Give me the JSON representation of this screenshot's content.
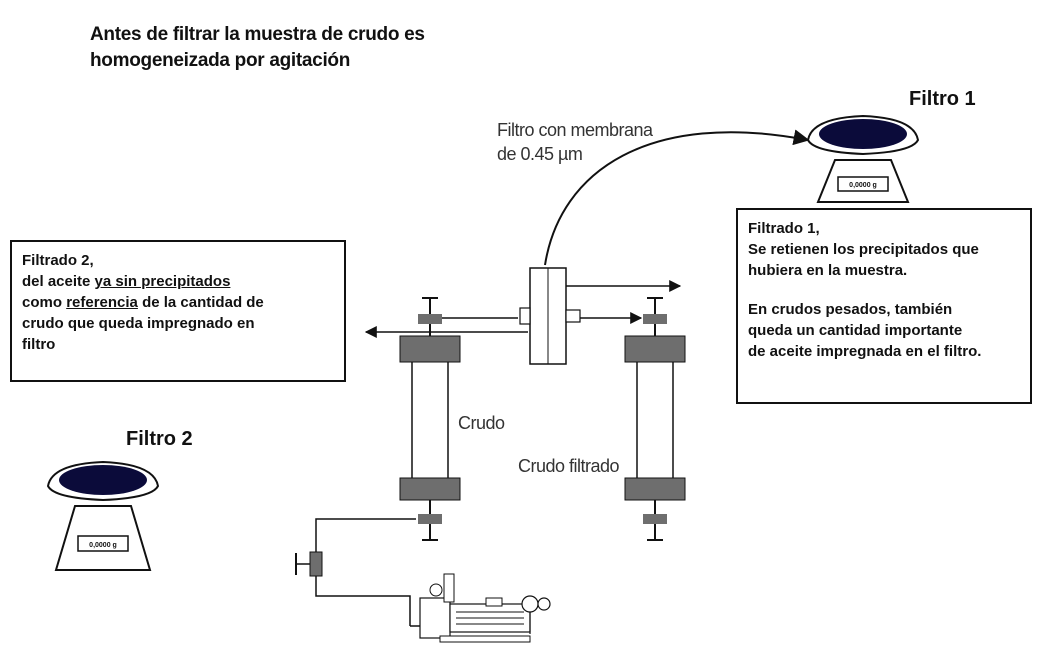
{
  "title": {
    "line1": "Antes de filtrar la muestra de crudo es",
    "line2": "homogeneizada por agitación"
  },
  "filter1": {
    "heading": "Filtro 1",
    "scale_display": "0,0000 g"
  },
  "filter2": {
    "heading": "Filtro 2",
    "scale_display": "0,0000 g"
  },
  "membrane_label": {
    "line1": "Filtro con membrana",
    "line2": "de 0.45 µm"
  },
  "box_filtrado2": {
    "line1": "Filtrado 2,",
    "line2_pre": "del aceite ",
    "line2_underlined": "ya sin precipitados",
    "line3_pre": "como ",
    "line3_underlined": "referencia",
    "line3_post": " de la cantidad de",
    "line4": "crudo que queda impregnado en",
    "line5": "filtro"
  },
  "box_filtrado1": {
    "line1": "Filtrado 1,",
    "line2": "Se retienen los precipitados que",
    "line3": "hubiera en la muestra.",
    "line4": "",
    "line5": "En crudos pesados, también",
    "line6": "queda un cantidad importante",
    "line7": "de aceite impregnada en el filtro."
  },
  "labels": {
    "crudo": "Crudo",
    "crudo_filtrado": "Crudo filtrado"
  },
  "colors": {
    "ink": "#111111",
    "cap_gray": "#6e6e6e",
    "scale_dish": "#0b0b3a"
  }
}
